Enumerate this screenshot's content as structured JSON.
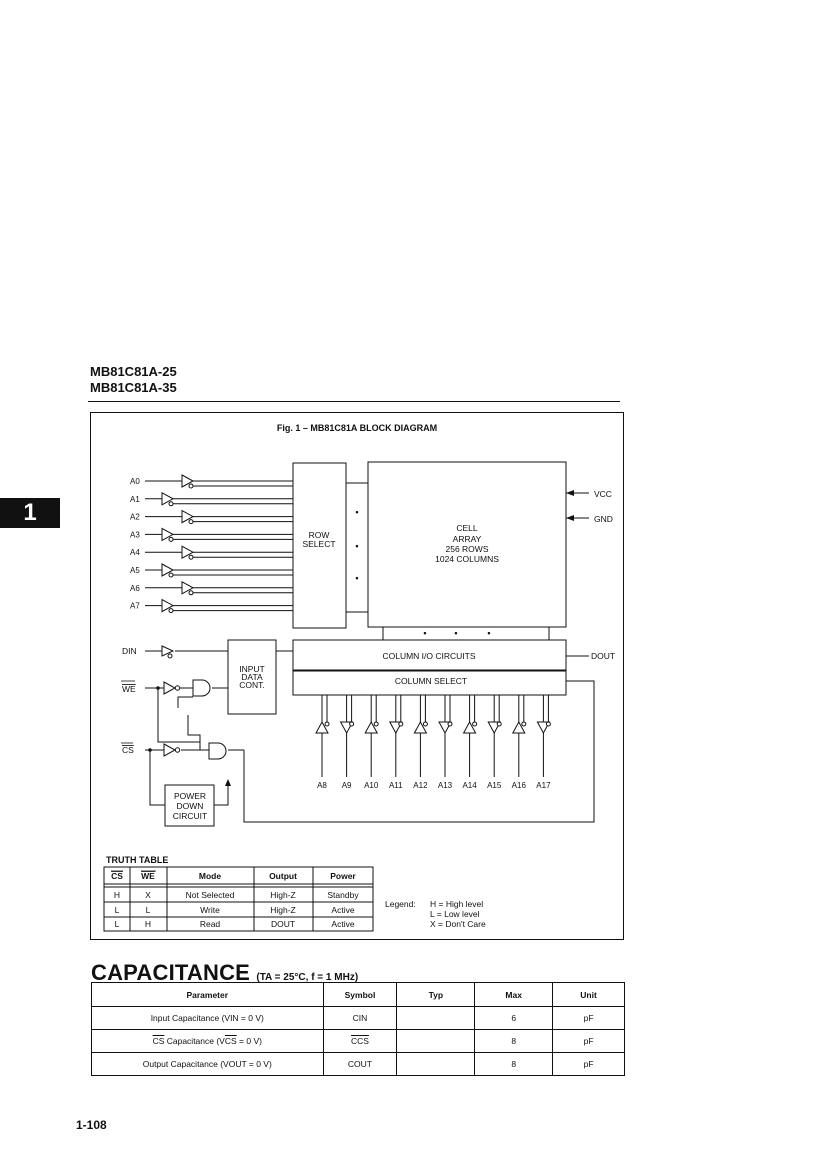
{
  "header": {
    "part_1": "MB81C81A-25",
    "part_2": "MB81C81A-35",
    "section_tab": "1"
  },
  "figure": {
    "title": "Fig. 1 – MB81C81A BLOCK DIAGRAM",
    "address_inputs": [
      "A0",
      "A1",
      "A2",
      "A3",
      "A4",
      "A5",
      "A6",
      "A7"
    ],
    "column_inputs": [
      "A8",
      "A9",
      "A10",
      "A11",
      "A12",
      "A13",
      "A14",
      "A15",
      "A16",
      "A17"
    ],
    "row_select_l1": "ROW",
    "row_select_l2": "SELECT",
    "cell_array_l1": "CELL",
    "cell_array_l2": "ARRAY",
    "cell_array_l3": "256 ROWS",
    "cell_array_l4": "1024 COLUMNS",
    "column_io": "COLUMN I/O CIRCUITS",
    "column_select": "COLUMN SELECT",
    "input_data_l1": "INPUT",
    "input_data_l2": "DATA",
    "input_data_l3": "CONT.",
    "power_down_l1": "POWER",
    "power_down_l2": "DOWN",
    "power_down_l3": "CIRCUIT",
    "vcc": "VCC",
    "gnd": "GND",
    "din": "DIN",
    "dout": "DOUT",
    "we": "WE",
    "cs": "CS",
    "dot": "•"
  },
  "truth_table": {
    "title": "TRUTH TABLE",
    "headers": [
      "CS",
      "WE",
      "Mode",
      "Output",
      "Power"
    ],
    "rows": [
      [
        "H",
        "X",
        "Not Selected",
        "High-Z",
        "Standby"
      ],
      [
        "L",
        "L",
        "Write",
        "High-Z",
        "Active"
      ],
      [
        "L",
        "H",
        "Read",
        "DOUT",
        "Active"
      ]
    ]
  },
  "legend": {
    "label": "Legend:",
    "items": [
      "H = High level",
      "L = Low level",
      "X = Don't Care"
    ]
  },
  "capacitance": {
    "title": "CAPACITANCE",
    "conditions": "(TA = 25°C, f = 1 MHz)",
    "headers": [
      "Parameter",
      "Symbol",
      "Typ",
      "Max",
      "Unit"
    ],
    "rows": [
      {
        "param_pre": "",
        "param_bar": "",
        "param_post": "Input Capacitance (VIN = 0 V)",
        "symbol_bar": "",
        "symbol": "CIN",
        "typ": "",
        "max": "6",
        "unit": "pF"
      },
      {
        "param_pre": "",
        "param_bar": "CS",
        "param_post": " Capacitance (V",
        "param_bar2": "CS",
        "param_end": " = 0 V)",
        "symbol_bar": "CCS",
        "symbol": "",
        "typ": "",
        "max": "8",
        "unit": "pF"
      },
      {
        "param_pre": "",
        "param_bar": "",
        "param_post": "Output Capacitance (VOUT = 0 V)",
        "symbol_bar": "",
        "symbol": "COUT",
        "typ": "",
        "max": "8",
        "unit": "pF"
      }
    ]
  },
  "footer": {
    "page_number": "1-108"
  }
}
